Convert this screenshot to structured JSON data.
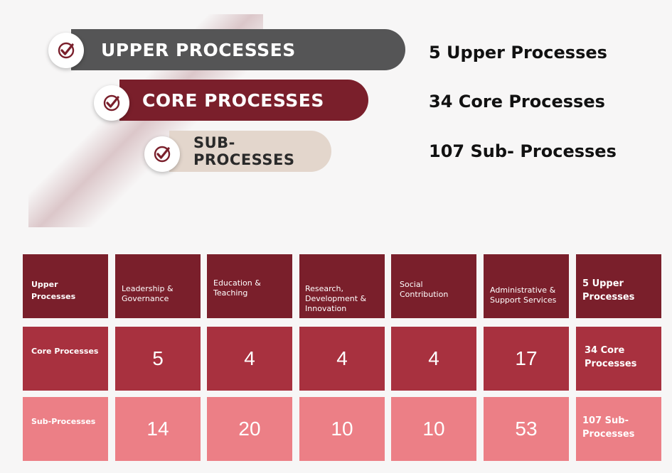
{
  "hierarchy": [
    {
      "label": "UPPER PROCESSES",
      "count": "5 Upper Processes",
      "icon": "check-badge-icon"
    },
    {
      "label": "CORE PROCESSES",
      "count": "34 Core Processes",
      "icon": "check-badge-icon"
    },
    {
      "label": "SUB- PROCESSES",
      "count": "107 Sub- Processes",
      "icon": "check-badge-icon"
    }
  ],
  "table": {
    "row_labels": [
      "Upper Processes",
      "Core Processes",
      "Sub-Processes"
    ],
    "categories": [
      "Leadership & Governance",
      "Education & Teaching",
      "Research, Development & Innovation",
      "Social Contribution",
      "Administrative & Support Services"
    ],
    "core_counts": [
      5,
      4,
      4,
      4,
      17
    ],
    "sub_counts": [
      14,
      20,
      10,
      10,
      53
    ],
    "totals": [
      "5 Upper Processes",
      "34 Core Processes",
      "107 Sub-Processes"
    ]
  },
  "colors": {
    "upper": "#555556",
    "core": "#7a1f2b",
    "sub": "#e3d6cc",
    "row_upper": "#7a1f2b",
    "row_core": "#a8313f",
    "row_sub": "#ec7f86"
  }
}
